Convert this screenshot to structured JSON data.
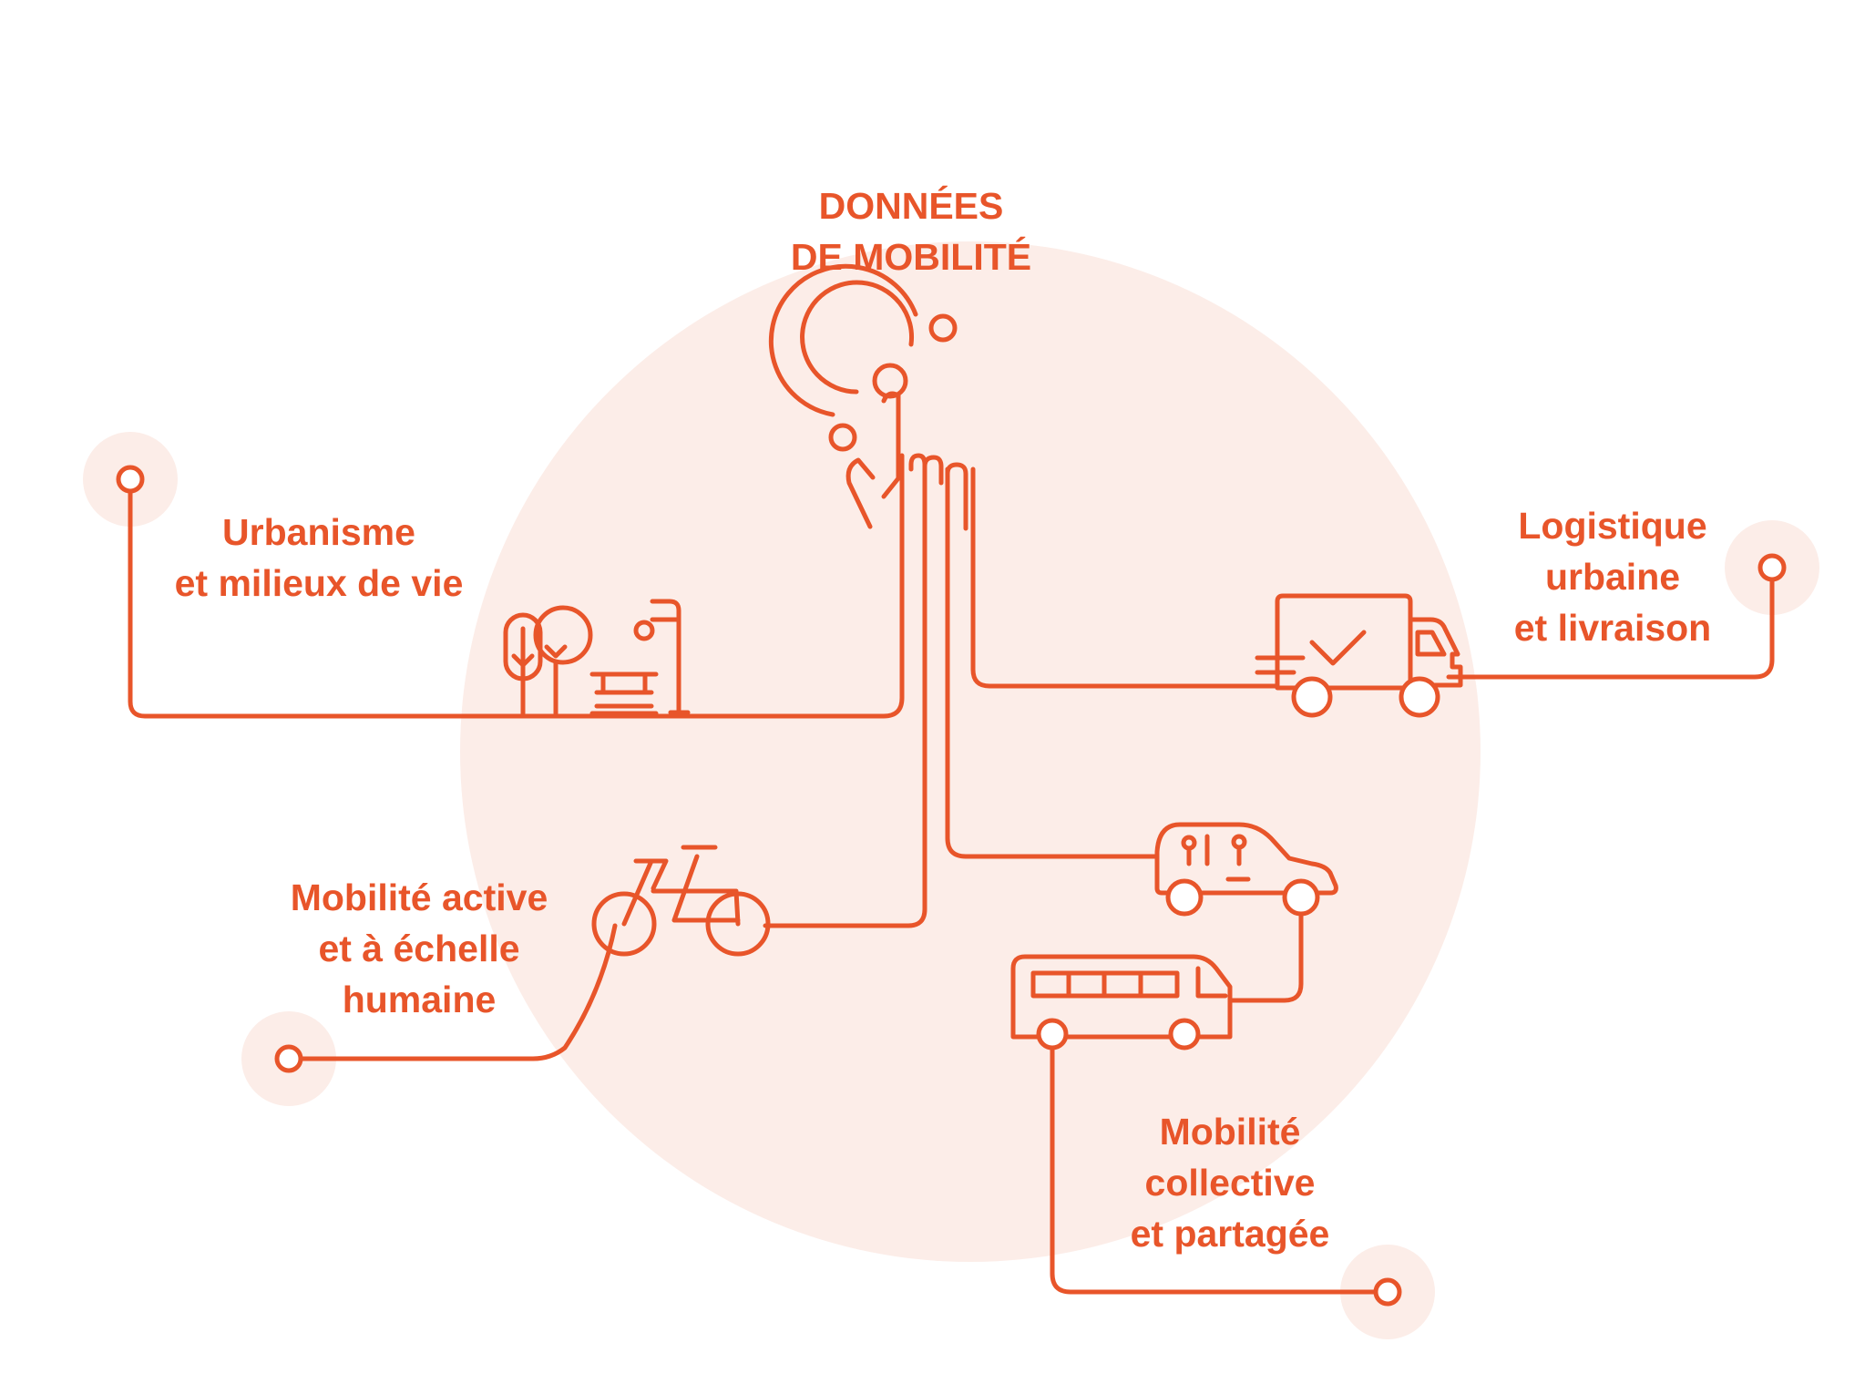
{
  "colors": {
    "accent": "#E8552A",
    "halo": "#FCEDE8",
    "background": "#FFFFFF"
  },
  "center": {
    "title_line1": "DONNÉES",
    "title_line2": "DE MOBILITÉ",
    "icon": "touch-signal-icon"
  },
  "branches": {
    "urbanisme": {
      "line1": "Urbanisme",
      "line2": "et milieux de vie",
      "icon": "park-icon"
    },
    "logistique": {
      "line1": "Logistique",
      "line2": "urbaine",
      "line3": "et livraison",
      "icon": "delivery-truck-icon"
    },
    "active": {
      "line1": "Mobilité active",
      "line2": "et à échelle",
      "line3": "humaine",
      "icon": "bicycle-icon"
    },
    "collective": {
      "line1": "Mobilité",
      "line2": "collective",
      "line3": "et partagée",
      "icons": [
        "car-icon",
        "bus-icon"
      ]
    }
  }
}
